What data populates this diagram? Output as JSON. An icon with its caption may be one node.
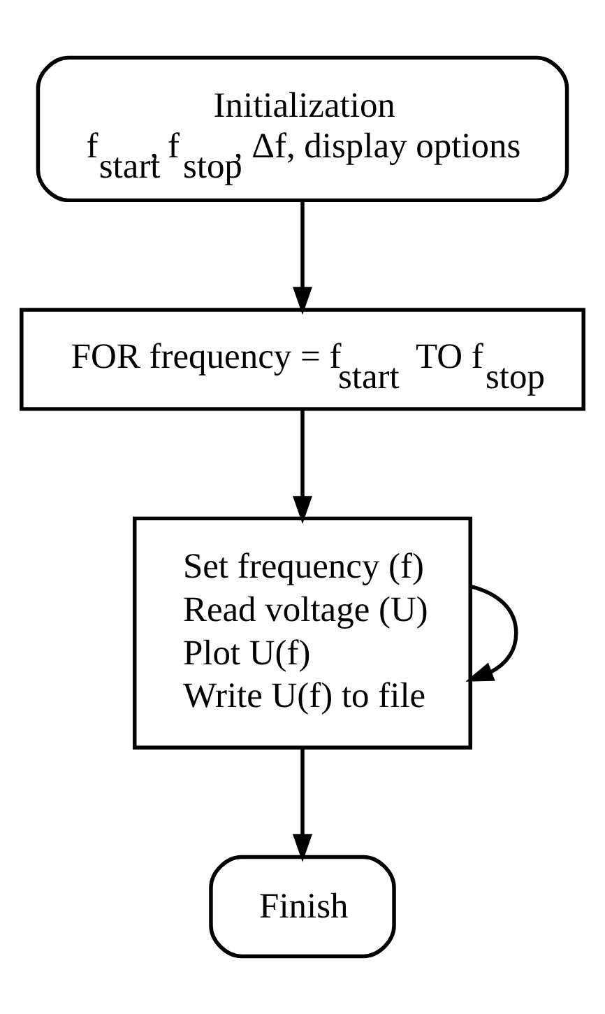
{
  "diagram": {
    "nodes": [
      {
        "text": [
          "Initialization",
          "f$_{start}$, f$_{stop}$, Δf, display options"
        ]
      },
      {
        "text": [
          "FOR frequency = f$_{start}$ TO f$_{stop}$"
        ]
      },
      {
        "text": [
          "Set frequency (f)",
          "Read voltage (U)",
          "Plot U(f)",
          "Write U(f) to file"
        ]
      },
      {
        "text": [
          "Finish"
        ]
      }
    ],
    "edges": [
      {
        "from": 0,
        "to": 1,
        "arrow": "to"
      },
      {
        "from": 1,
        "to": 2,
        "arrow": "to"
      },
      {
        "from": 2,
        "to": 2,
        "arrow": "to"
      },
      {
        "from": 2,
        "to": 3,
        "arrow": "to"
      }
    ]
  }
}
